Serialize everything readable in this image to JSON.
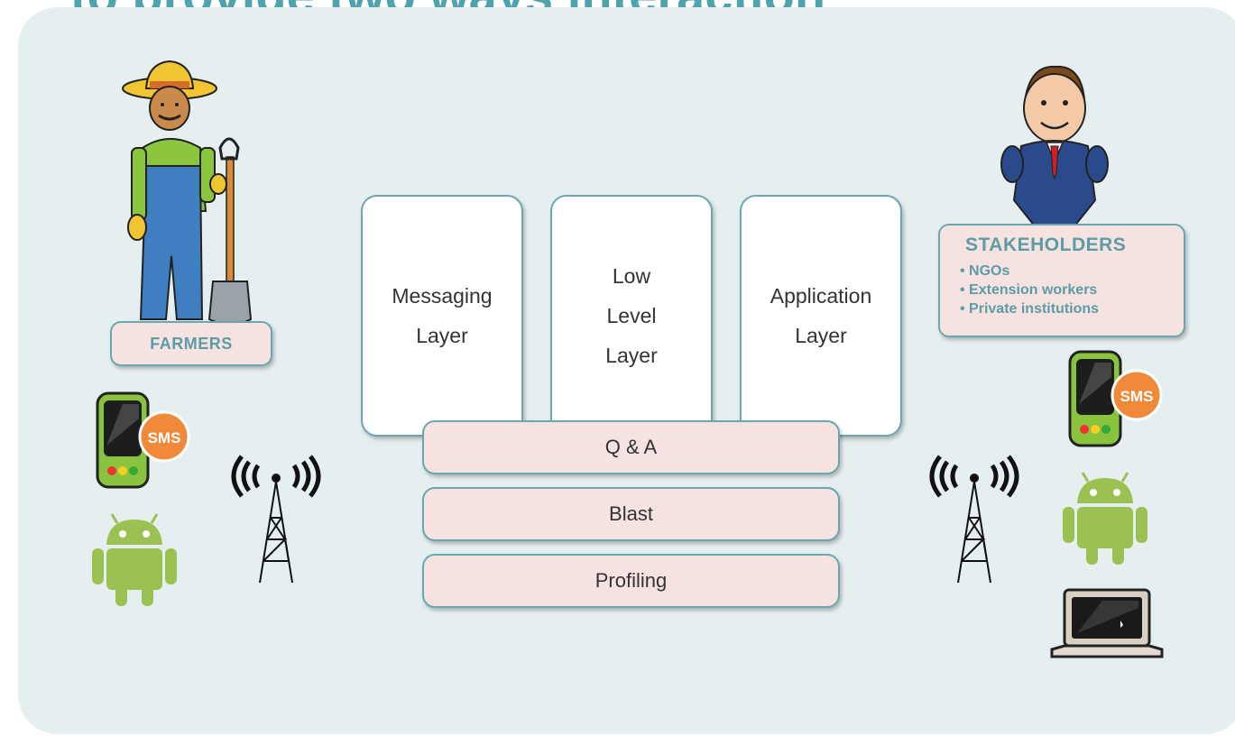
{
  "title": "to provide two ways interaction",
  "layers": [
    {
      "lines": [
        "Messaging",
        "Layer"
      ]
    },
    {
      "lines": [
        "Low",
        "Level",
        "Layer"
      ]
    },
    {
      "lines": [
        "Application",
        "Layer"
      ]
    }
  ],
  "bars": [
    "Q & A",
    "Blast",
    "Profiling"
  ],
  "farmers": {
    "label": "FARMERS"
  },
  "stakeholders": {
    "heading": "STAKEHOLDERS",
    "items": [
      "NGOs",
      "Extension workers",
      "Private institutions"
    ]
  },
  "sms_badge": "SMS",
  "colors": {
    "accent": "#4fa3ad",
    "panel": "#e5eff0",
    "bar_fill": "#f6e2e1",
    "border": "#6aa7b0",
    "android": "#9ac152"
  },
  "icons": [
    "farmer-icon",
    "businessman-icon",
    "sms-phone-icon",
    "android-icon",
    "radio-tower-icon",
    "laptop-icon"
  ]
}
